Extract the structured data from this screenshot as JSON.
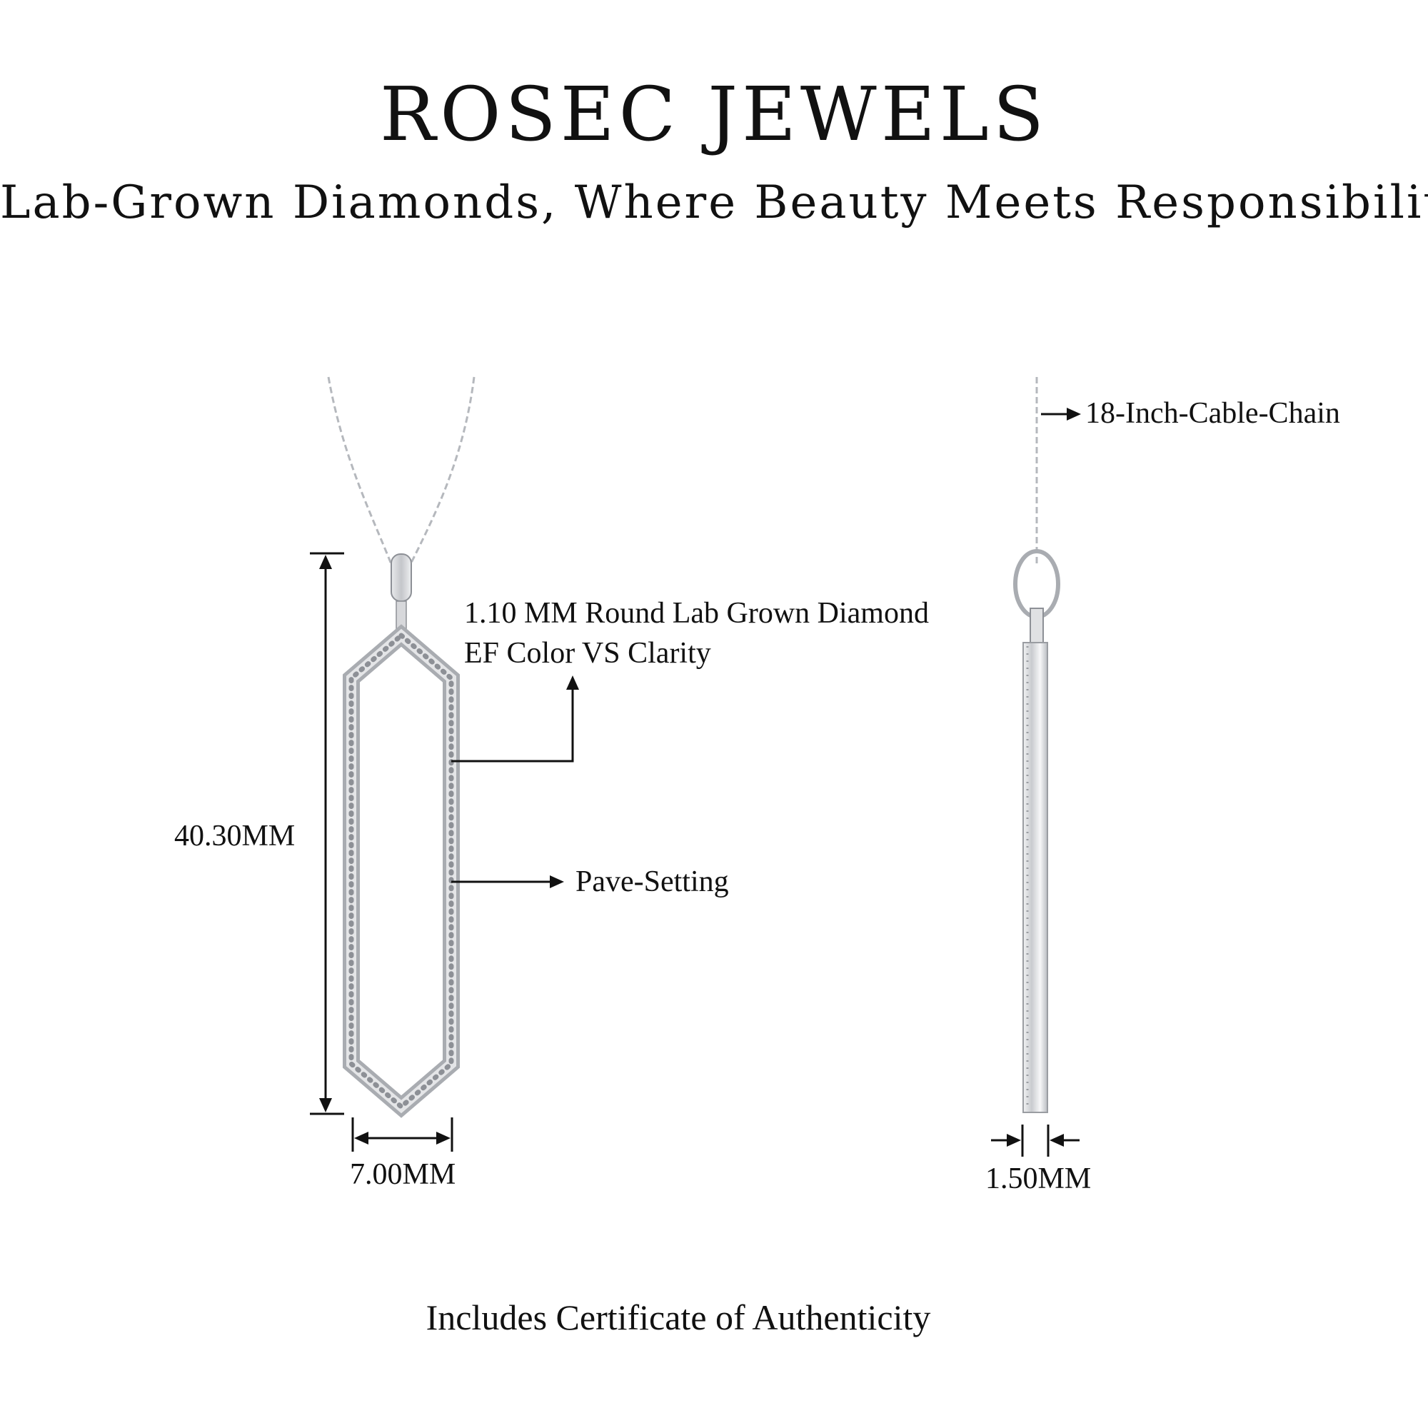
{
  "header": {
    "brand": "ROSEC JEWELS",
    "tagline": "Lab-Grown Diamonds, Where Beauty Meets Responsibility"
  },
  "annotations": {
    "stone_line1": "1.10 MM Round Lab Grown Diamond",
    "stone_line2": "EF Color VS Clarity",
    "setting": "Pave-Setting",
    "chain": "18-Inch-Cable-Chain",
    "height": "40.30MM",
    "width": "7.00MM",
    "thickness": "1.50MM"
  },
  "footer": {
    "note": "Includes Certificate of Authenticity"
  },
  "colors": {
    "text": "#111111",
    "metal": "#c9cbcf",
    "metal_dark": "#8d9096",
    "background": "#ffffff"
  }
}
